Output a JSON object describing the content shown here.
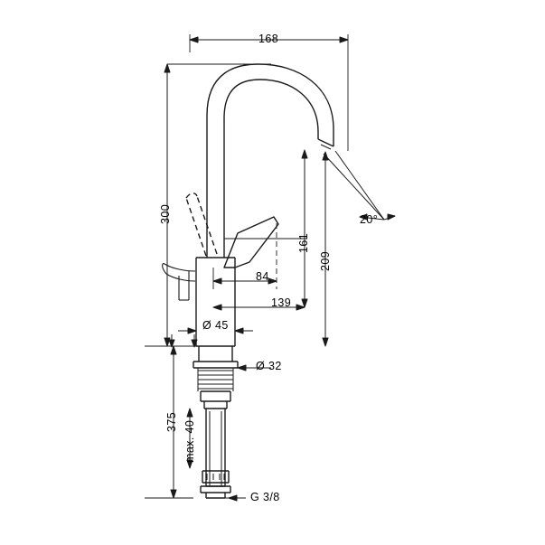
{
  "drawing": {
    "type": "technical-dimension-drawing",
    "subject": "single-lever basin mixer tap, side elevation",
    "units": "mm",
    "line_color": "#1a1a1a",
    "background_color": "#ffffff"
  },
  "dimensions": {
    "spout_reach": "168",
    "total_height": "300",
    "spout_height": "161",
    "upper_height": "209",
    "lever_reach": "84",
    "lower_width": "139",
    "body_diameter": "Ø 45",
    "shank_diameter": "Ø 32",
    "thread_size": "G 3/8",
    "angle": "20°",
    "tail_length": "375",
    "max_thickness": "max. 40"
  },
  "labels": [
    {
      "name": "dim-168",
      "text": "168"
    },
    {
      "name": "dim-300",
      "text": "300"
    },
    {
      "name": "dim-161",
      "text": "161"
    },
    {
      "name": "dim-209",
      "text": "209"
    },
    {
      "name": "dim-84",
      "text": "84"
    },
    {
      "name": "dim-139",
      "text": "139"
    },
    {
      "name": "dim-diameter-45",
      "text": "Ø 45"
    },
    {
      "name": "dim-diameter-32",
      "text": "Ø 32"
    },
    {
      "name": "dim-thread-g38",
      "text": "G 3/8"
    },
    {
      "name": "dim-angle-20",
      "text": "20°"
    },
    {
      "name": "dim-375",
      "text": "375"
    },
    {
      "name": "dim-max-40",
      "text": "max. 40"
    }
  ]
}
